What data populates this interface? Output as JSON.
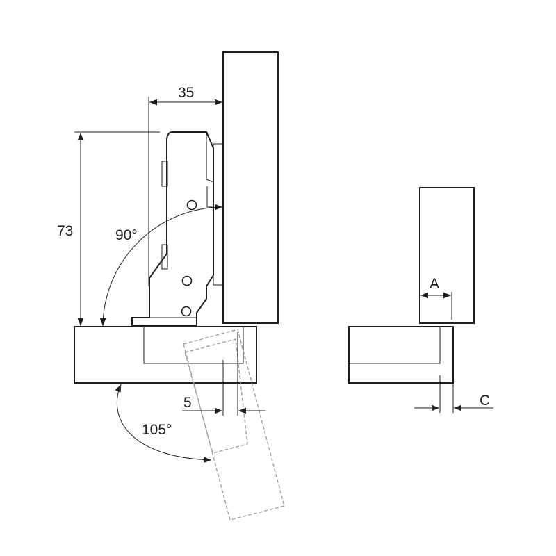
{
  "dimensions": {
    "cup_offset": "35",
    "height": "73",
    "opening_angle_top": "90°",
    "opening_angle_bottom": "105°",
    "overlay": "5",
    "gap_a": "A",
    "gap_c": "C"
  }
}
